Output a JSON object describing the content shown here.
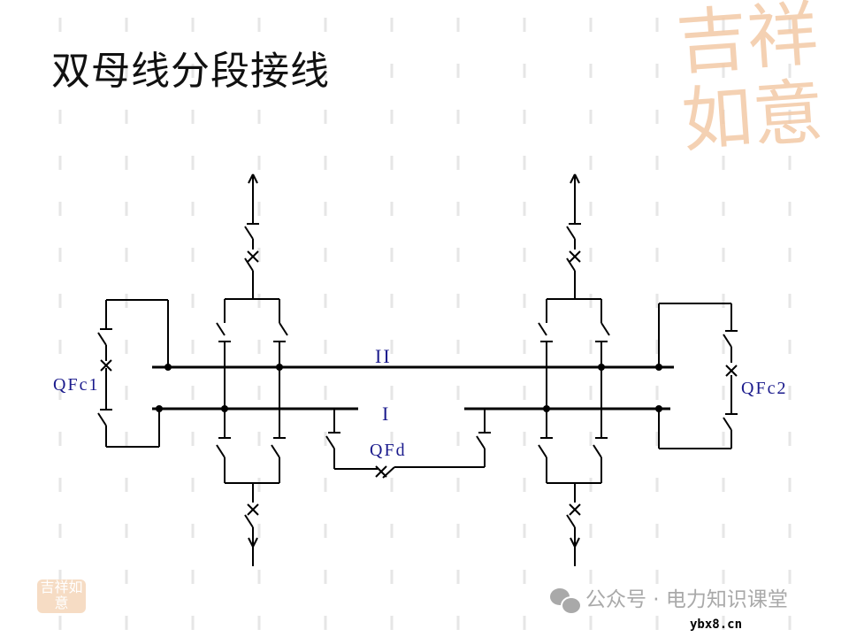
{
  "title": "双母线分段接线",
  "labels": {
    "bus_ii": "II",
    "bus_i": "I",
    "qfd": "QFd",
    "qfc1": "QFc1",
    "qfc2": "QFc2"
  },
  "logo": {
    "text": "吉祥如意",
    "small_text": "吉祥如意",
    "color": "#f3c9a6"
  },
  "watermark": {
    "text": "公众号 · 电力知识课堂",
    "icon": "wechat-icon",
    "site": "ybx8.cn"
  },
  "colors": {
    "line": "#000000",
    "label": "#1a1a8c",
    "grid": "#e6e6e6"
  }
}
